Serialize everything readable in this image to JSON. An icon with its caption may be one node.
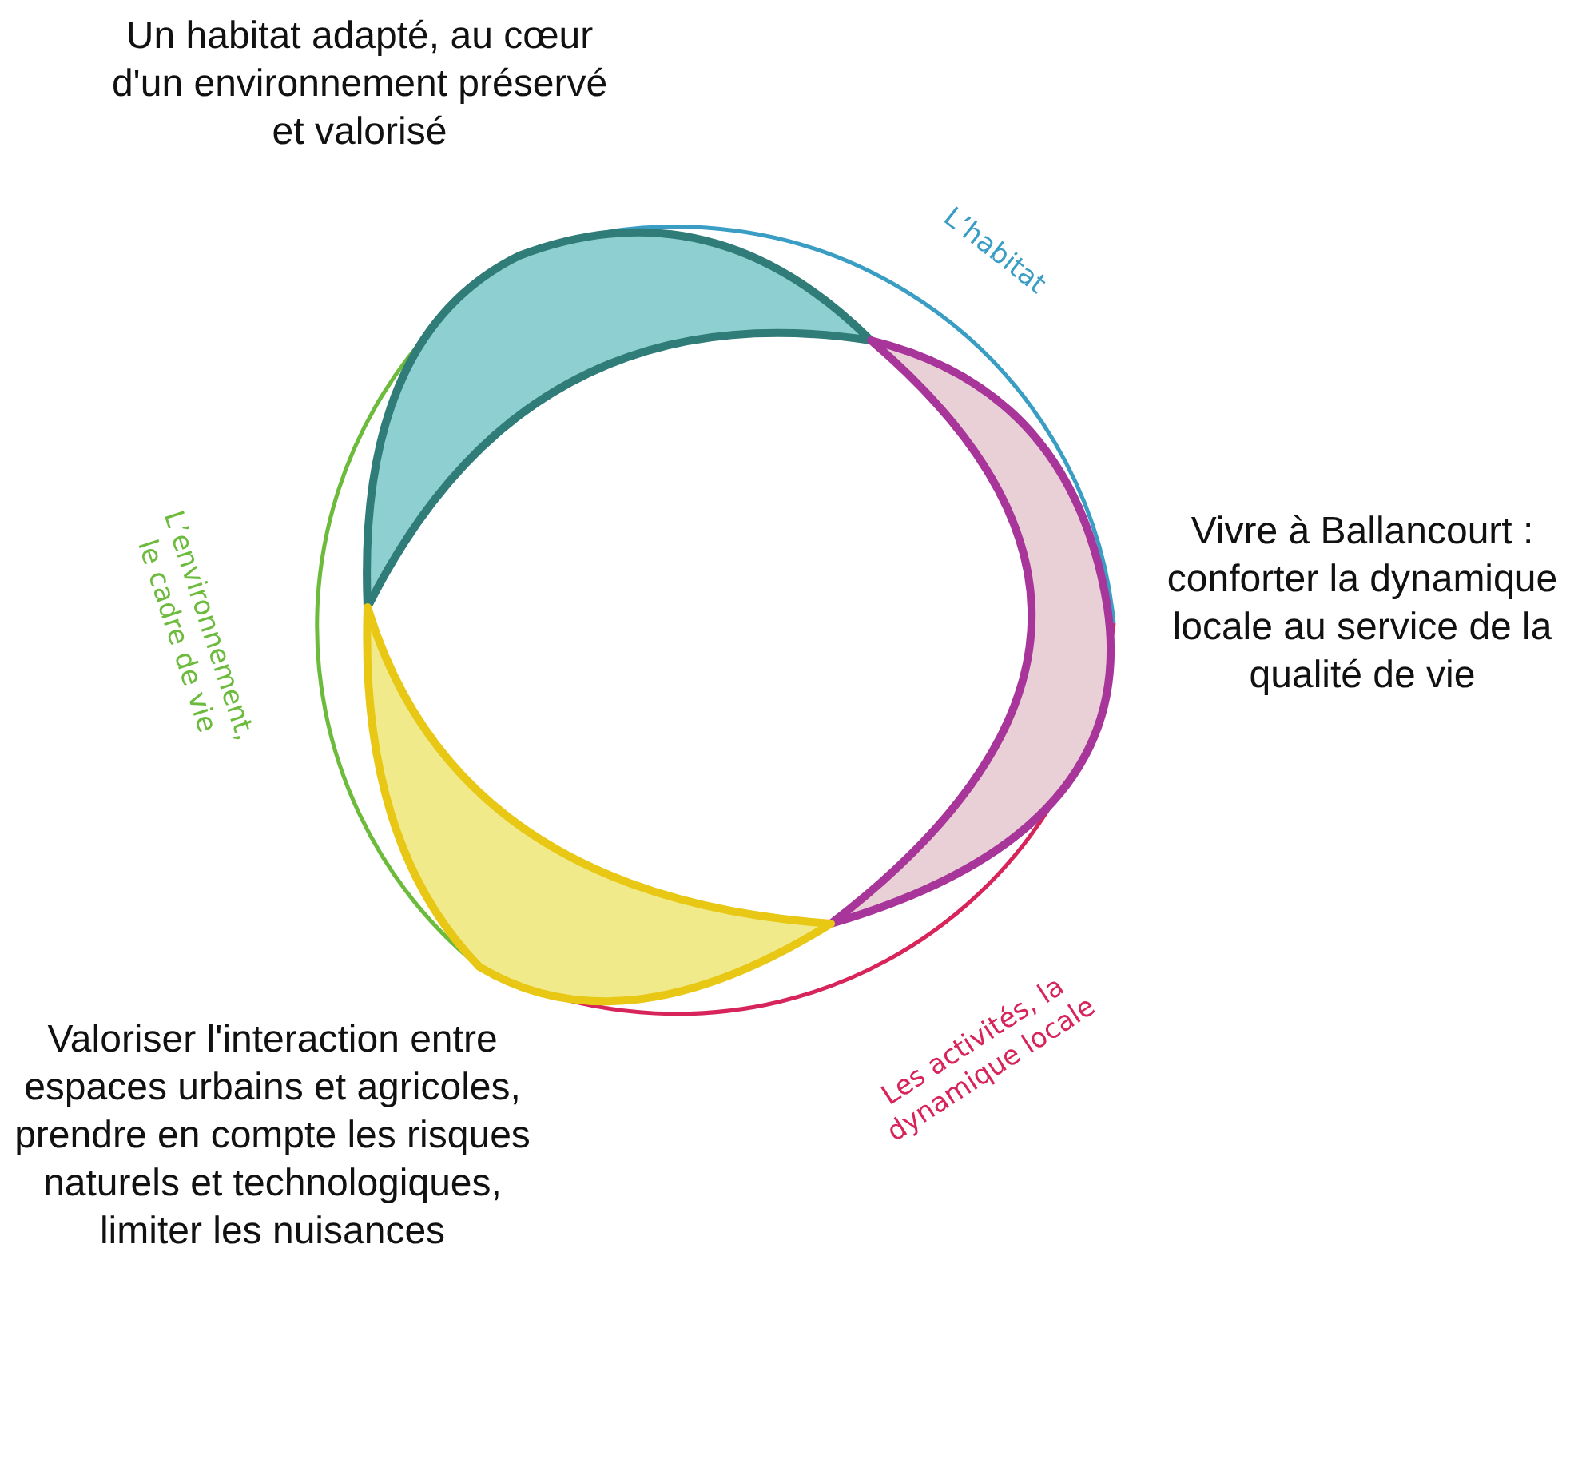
{
  "diagram": {
    "nodes": [
      {
        "text": [
          "Un habitat adapté, au cœur d'un environnement préservé et valorisé"
        ]
      },
      {
        "text": [
          "L’habitat"
        ]
      },
      {
        "text": [
          "L’environnement, le cadre de vie"
        ]
      },
      {
        "text": [
          "Vivre à Ballancourt : conforter la dynamique locale au service de la qualité de vie"
        ]
      },
      {
        "text": [
          "Valoriser l'interaction entre espaces urbains et agricoles, prendre en compte les risques naturels et technologiques, limiter les nuisances"
        ]
      },
      {
        "text": [
          "Les activités, la dynamique locale"
        ]
      }
    ]
  }
}
